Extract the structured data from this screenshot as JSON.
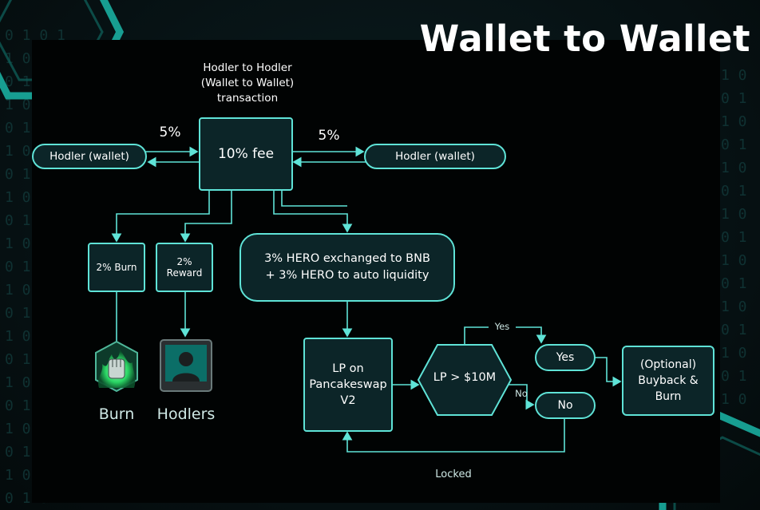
{
  "title": "Wallet to Wallet",
  "header_label": "Hodler to Hodler\n(Wallet to Wallet)\ntransaction",
  "nodes": {
    "hodler_left": "Hodler (wallet)",
    "fee": "10% fee",
    "hodler_right": "Hodler (wallet)",
    "burn_box": "2% Burn",
    "reward_box": "2%\nReward",
    "hero_box": "3% HERO exchanged to BNB\n+ 3% HERO to auto liquidity",
    "lp_box": "LP on\nPancakeswap\nV2",
    "lp_check": "LP > $10M",
    "yes_box": "Yes",
    "no_box": "No",
    "buyback_box": "(Optional)\nBuyback &\nBurn"
  },
  "edge_labels": {
    "left_pct": "5%",
    "right_pct": "5%",
    "yes": "Yes",
    "no": "No",
    "locked": "Locked"
  },
  "icons": {
    "burn_label": "Burn",
    "hodlers_label": "Hodlers"
  },
  "colors": {
    "accent": "#5fe3d7",
    "node_fill": "#0c2528",
    "burn_green": "#2ee86b"
  }
}
